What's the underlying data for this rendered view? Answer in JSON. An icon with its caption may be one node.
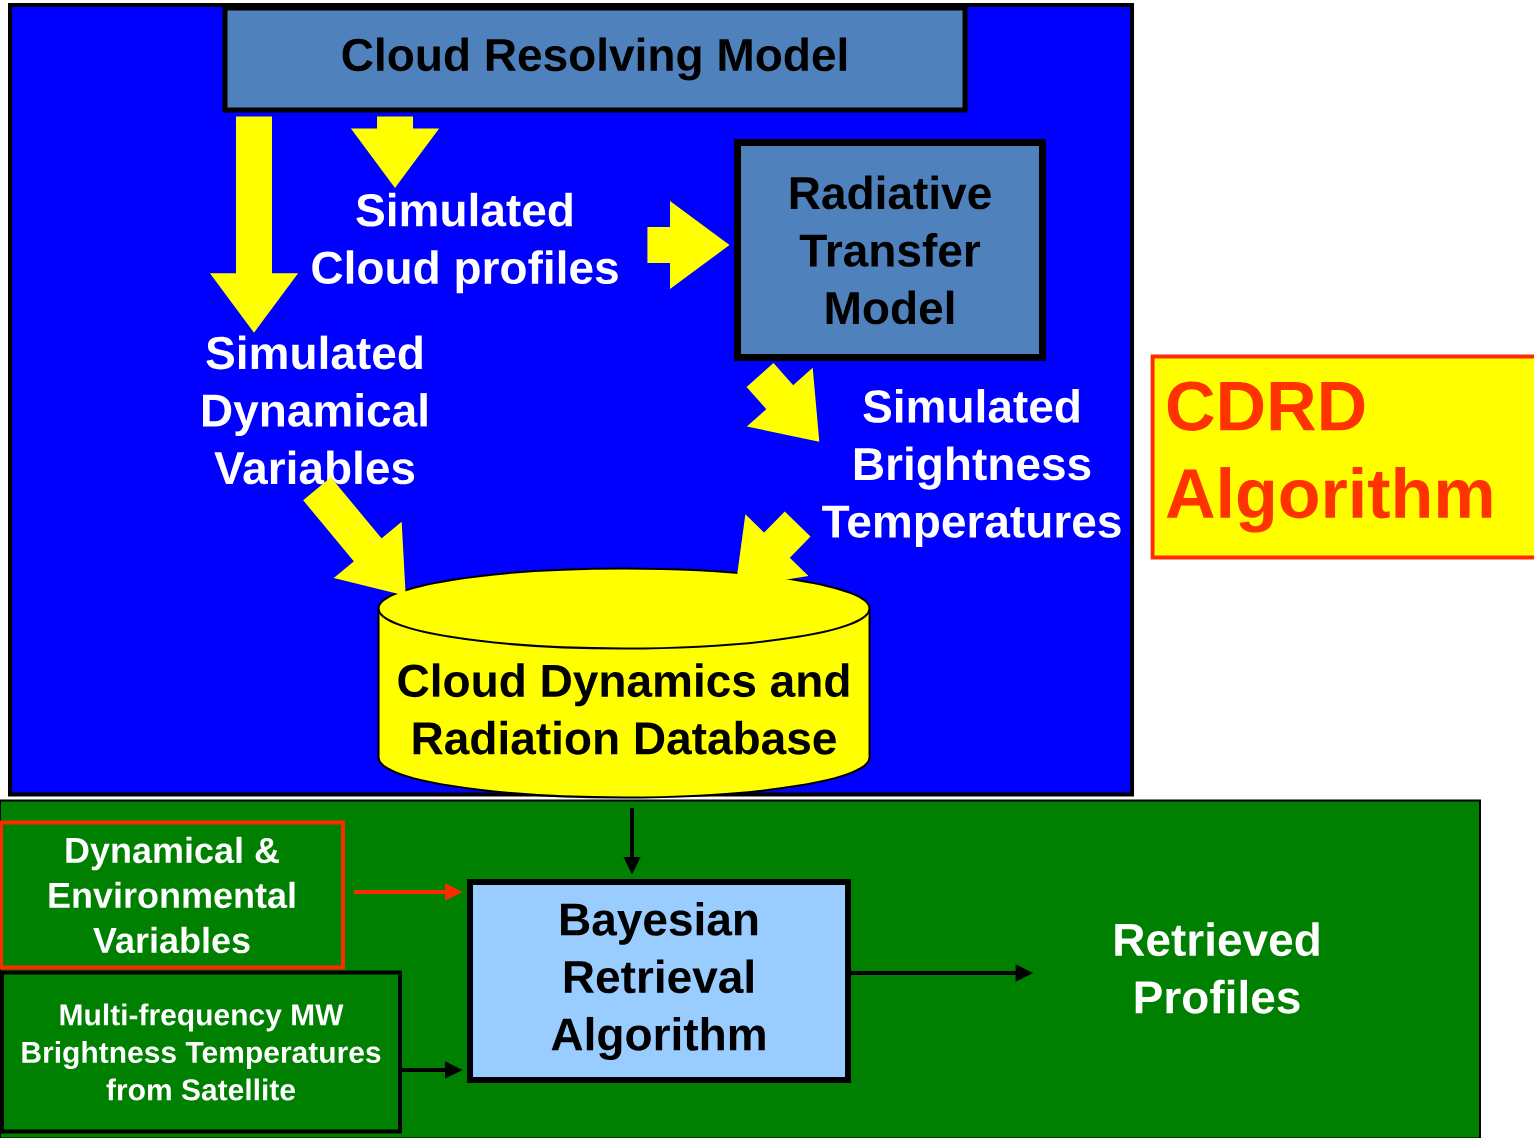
{
  "diagram": {
    "nodes": [
      {
        "text": [],
        "shape": "box"
      },
      {
        "text": [
          "Cloud Resolving Model"
        ],
        "in": 0
      },
      {
        "text": [
          "Simulated Cloud profiles"
        ],
        "in": 0
      },
      {
        "text": [
          "Radiative Transfer Model"
        ],
        "in": 0
      },
      {
        "text": [
          "Simulated Dynamical Variables"
        ],
        "in": 0
      },
      {
        "text": [
          "Simulated Brightness Temperatures"
        ],
        "in": 0
      },
      {
        "text": [
          "Cloud Dynamics and Radiation Database"
        ],
        "in": 0
      },
      {
        "text": [
          "CDRD Algorithm"
        ]
      },
      {
        "text": [],
        "shape": "box"
      },
      {
        "text": [
          "Dynamical & Environmental Variables"
        ],
        "in": 8
      },
      {
        "text": [
          "Multi-frequency MW Brightness Temperatures from Satellite"
        ],
        "in": 8
      },
      {
        "text": [
          "Bayesian Retrieval Algorithm"
        ],
        "in": 8
      },
      {
        "text": [
          "Retrieved Profiles"
        ],
        "in": 8
      }
    ],
    "edges": [
      {
        "from": 1,
        "to": 4,
        "arrow": "to",
        "color": "#ffff00"
      },
      {
        "from": 1,
        "to": 2,
        "arrow": "to",
        "color": "#ffff00"
      },
      {
        "from": 2,
        "to": 3,
        "arrow": "to",
        "color": "#ffff00"
      },
      {
        "from": 3,
        "to": 5,
        "arrow": "to",
        "color": "#ffff00"
      },
      {
        "from": 4,
        "to": 6,
        "arrow": "to",
        "color": "#ffff00"
      },
      {
        "from": 5,
        "to": 6,
        "arrow": "to",
        "color": "#ffff00"
      },
      {
        "from": 6,
        "to": 11,
        "arrow": "to",
        "color": "#000000"
      },
      {
        "from": 9,
        "to": 11,
        "arrow": "to",
        "color": "#ff2a00"
      },
      {
        "from": 10,
        "to": 11,
        "arrow": "to",
        "color": "#000000"
      },
      {
        "from": 11,
        "to": 12,
        "arrow": "to",
        "color": "#000000"
      }
    ]
  }
}
